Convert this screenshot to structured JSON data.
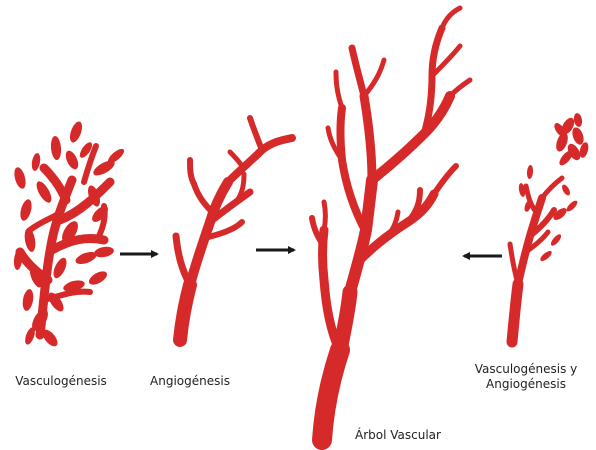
{
  "colors": {
    "vessel": "#d62a2a",
    "arrow": "#1a1a1a",
    "text": "#222222"
  },
  "stages": {
    "vasculogenesis": {
      "label": "Vasculogénesis"
    },
    "angiogenesis": {
      "label": "Angiogénesis"
    },
    "vascular_tree": {
      "label": "Árbol Vascular"
    },
    "combined": {
      "label_line1": "Vasculogénesis y",
      "label_line2": "Angiogénesis"
    }
  },
  "arrows": [
    {
      "from": "vasculogenesis",
      "to": "angiogenesis",
      "direction": "right"
    },
    {
      "from": "angiogenesis",
      "to": "vascular_tree",
      "direction": "right"
    },
    {
      "from": "combined",
      "to": "vascular_tree",
      "direction": "left"
    }
  ]
}
